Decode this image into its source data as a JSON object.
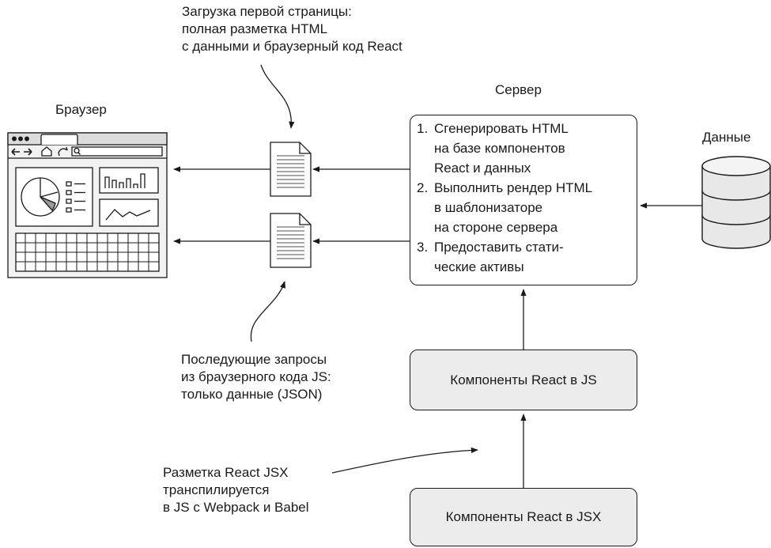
{
  "annotations": {
    "first_load": [
      "Загрузка первой страницы:",
      "полная разметка HTML",
      "с данными и браузерный код React"
    ],
    "subsequent": [
      "Последующие запросы",
      "из браузерного кода JS:",
      "только данные (JSON)"
    ],
    "jsx_note": [
      "Разметка React JSX",
      "транспилируется",
      "в JS с Webpack и Babel"
    ]
  },
  "labels": {
    "browser": "Браузер",
    "server": "Сервер",
    "data": "Данные"
  },
  "server_steps": [
    {
      "number": "1.",
      "lines": [
        "Сгенерировать HTML",
        "на базе компонентов",
        "React и данных"
      ]
    },
    {
      "number": "2.",
      "lines": [
        "Выполнить рендер HTML",
        "в шаблонизаторе",
        "на стороне сервера"
      ]
    },
    {
      "number": "3.",
      "lines": [
        "Предоставить стати-",
        "ческие активы"
      ]
    }
  ],
  "components": {
    "js": "Компоненты React в JS",
    "jsx": "Компоненты React в JSX"
  },
  "colors": {
    "ink": "#1a1a1a",
    "box_fill": "#ececec",
    "browser_fill": "#f2f2f2",
    "db_fill": "#e8e8e8"
  },
  "icons": [
    "browser-window-icon",
    "document-icon",
    "database-icon"
  ]
}
